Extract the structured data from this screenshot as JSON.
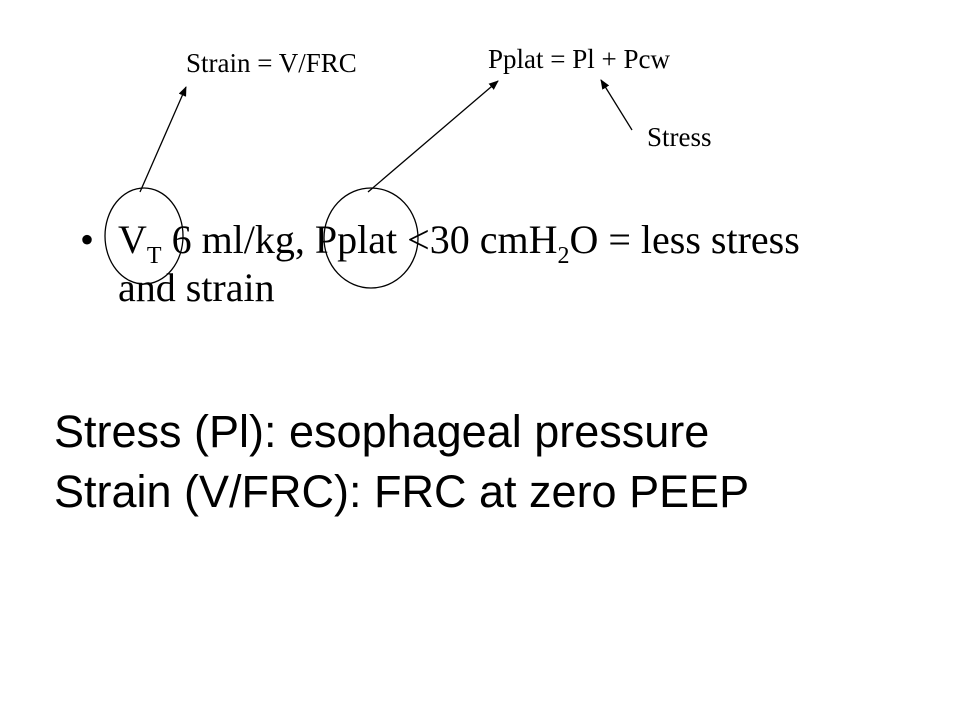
{
  "annotations": {
    "strain_formula": "Strain = V/FRC",
    "pplat_formula": "Pplat = Pl + Pcw",
    "stress_label": "Stress"
  },
  "bullet": {
    "marker": "•",
    "vt_main": "V",
    "vt_sub": "T",
    "text_a": " 6 ml/kg, ",
    "pplat": "Pplat",
    "text_b": " <30 cmH",
    "h2o_sub": "2",
    "text_c": "O = less stress",
    "line2": "and strain"
  },
  "summary": {
    "line1": "Stress (Pl): esophageal pressure",
    "line2": "Strain (V/FRC): FRC at zero PEEP"
  },
  "colors": {
    "text": "#000000",
    "background": "#ffffff"
  }
}
